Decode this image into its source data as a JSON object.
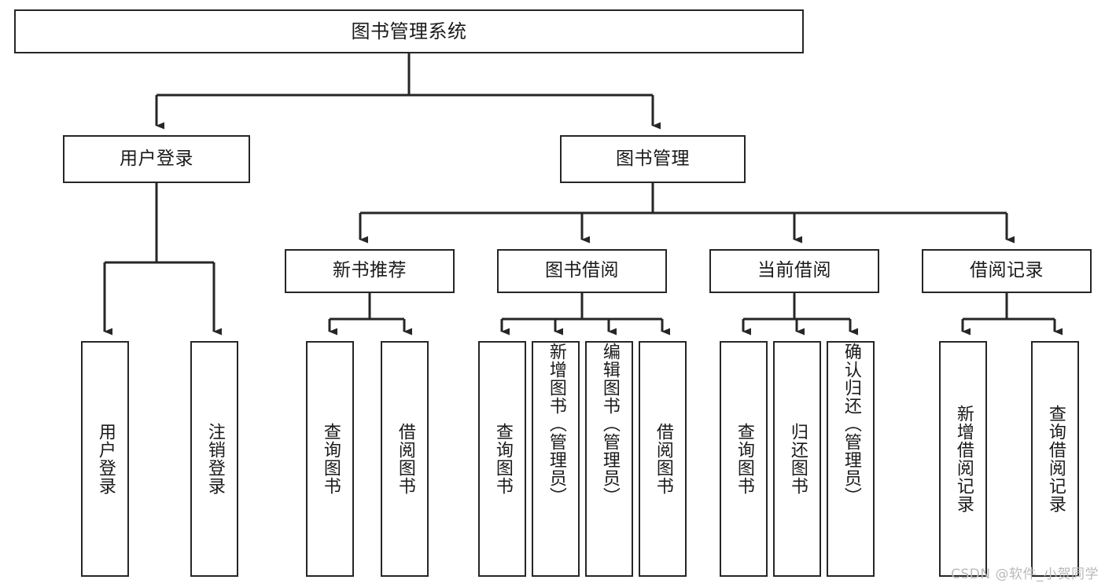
{
  "diagram": {
    "type": "tree-hierarchy-chart",
    "title": "图书管理系统",
    "watermark": "CSDN @软件_小贺同学",
    "colors": {
      "stroke": "#262626",
      "fill": "#ffffff",
      "text": "#1a1a1a",
      "watermark": "#b9b9b9"
    },
    "nodes": {
      "root": {
        "label": "图书管理系统",
        "level": 1
      },
      "level2": [
        {
          "id": "user-login",
          "label": "用户登录"
        },
        {
          "id": "book-management",
          "label": "图书管理"
        }
      ],
      "level3": [
        {
          "id": "new-book-recommend",
          "label": "新书推荐"
        },
        {
          "id": "book-borrow",
          "label": "图书借阅"
        },
        {
          "id": "current-borrow",
          "label": "当前借阅"
        },
        {
          "id": "borrow-record",
          "label": "借阅记录"
        }
      ],
      "leaves": [
        {
          "id": "leaf-user-login",
          "label": "用户登录",
          "parent": "user-login"
        },
        {
          "id": "leaf-logout",
          "label": "注销登录",
          "parent": "user-login"
        },
        {
          "id": "leaf-query-book-1",
          "label": "查询图书",
          "parent": "new-book-recommend"
        },
        {
          "id": "leaf-borrow-book-1",
          "label": "借阅图书",
          "parent": "new-book-recommend"
        },
        {
          "id": "leaf-query-book-2",
          "label": "查询图书",
          "parent": "book-borrow"
        },
        {
          "id": "leaf-add-book",
          "label": "新增图书（管理员）",
          "parent": "book-borrow"
        },
        {
          "id": "leaf-edit-book",
          "label": "编辑图书（管理员）",
          "parent": "book-borrow"
        },
        {
          "id": "leaf-borrow-book-2",
          "label": "借阅图书",
          "parent": "book-borrow"
        },
        {
          "id": "leaf-query-book-3",
          "label": "查询图书",
          "parent": "current-borrow"
        },
        {
          "id": "leaf-return-book",
          "label": "归还图书",
          "parent": "current-borrow"
        },
        {
          "id": "leaf-confirm-return",
          "label": "确认归还（管理员）",
          "parent": "current-borrow"
        },
        {
          "id": "leaf-add-record",
          "label": "新增借阅记录",
          "parent": "borrow-record"
        },
        {
          "id": "leaf-query-record",
          "label": "查询借阅记录",
          "parent": "borrow-record"
        }
      ]
    }
  }
}
